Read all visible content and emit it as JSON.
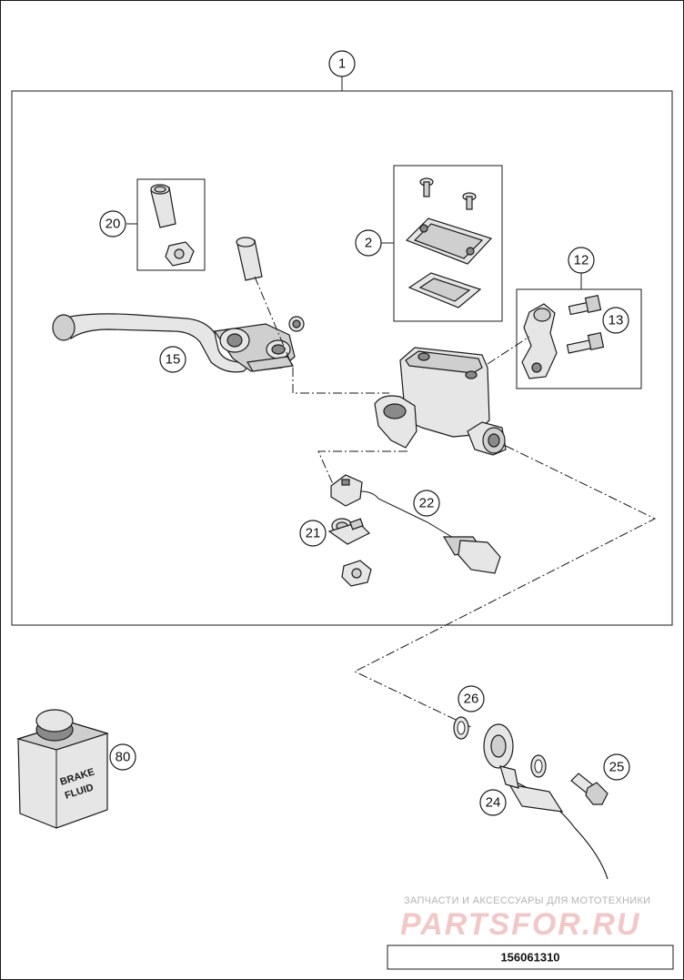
{
  "diagram": {
    "callouts": {
      "c1": "1",
      "c2": "2",
      "c12": "12",
      "c13": "13",
      "c15": "15",
      "c20": "20",
      "c21": "21",
      "c22": "22",
      "c24": "24",
      "c25": "25",
      "c26": "26",
      "c80": "80"
    },
    "bottle_label": {
      "line1": "BRAKE",
      "line2": "FLUID"
    },
    "watermark": {
      "tagline": "ЗАПЧАСТИ И АКСЕССУАРЫ ДЛЯ МОТОТЕХНИКИ",
      "brand": "PARTSFOR.RU"
    },
    "drawing_number": "156061310"
  }
}
